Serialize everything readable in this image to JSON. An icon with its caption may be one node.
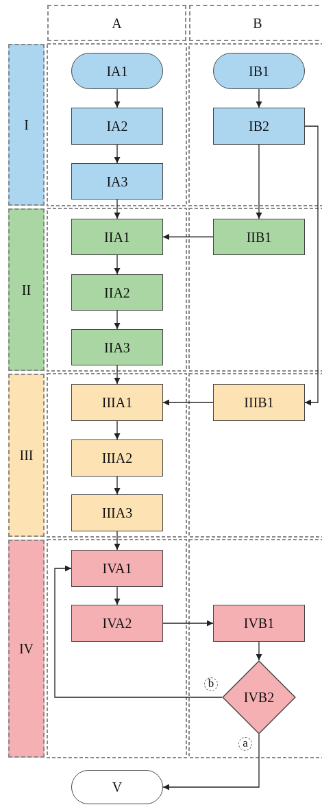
{
  "diagram": {
    "nodes": [
      {
        "text": [
          "A"
        ]
      },
      {
        "text": [
          "B"
        ]
      },
      {
        "text": [
          "I"
        ]
      },
      {
        "text": [
          "IA1"
        ]
      },
      {
        "text": [
          "IB1"
        ]
      },
      {
        "text": [
          "IA2"
        ]
      },
      {
        "text": [
          "IB2"
        ]
      },
      {
        "text": [
          "IA3"
        ]
      },
      {
        "text": [
          "II"
        ]
      },
      {
        "text": [
          "IIA1"
        ]
      },
      {
        "text": [
          "IIB1"
        ]
      },
      {
        "text": [
          "IIA2"
        ]
      },
      {
        "text": [
          "IIA3"
        ]
      },
      {
        "text": [
          "III"
        ]
      },
      {
        "text": [
          "IIIA1"
        ]
      },
      {
        "text": [
          "IIIB1"
        ]
      },
      {
        "text": [
          "IIIA2"
        ]
      },
      {
        "text": [
          "IIIA3"
        ]
      },
      {
        "text": [
          "IV"
        ]
      },
      {
        "text": [
          "IVA1"
        ]
      },
      {
        "text": [
          "IVA2"
        ]
      },
      {
        "text": [
          "IVB1"
        ]
      },
      {
        "text": [
          "IVB2"
        ]
      },
      {
        "text": [
          "V"
        ]
      }
    ],
    "edges": [
      {
        "from": 3,
        "to": 5,
        "arrow": "to"
      },
      {
        "from": 5,
        "to": 7,
        "arrow": "to"
      },
      {
        "from": 7,
        "to": 9,
        "arrow": "to"
      },
      {
        "from": 4,
        "to": 6,
        "arrow": "to"
      },
      {
        "from": 6,
        "to": 10,
        "arrow": "to"
      },
      {
        "from": 6,
        "to": 15,
        "arrow": "to"
      },
      {
        "from": 10,
        "to": 9,
        "arrow": "to"
      },
      {
        "from": 9,
        "to": 11,
        "arrow": "to"
      },
      {
        "from": 11,
        "to": 12,
        "arrow": "to"
      },
      {
        "from": 12,
        "to": 14,
        "arrow": "to"
      },
      {
        "from": 15,
        "to": 14,
        "arrow": "to"
      },
      {
        "from": 14,
        "to": 16,
        "arrow": "to"
      },
      {
        "from": 16,
        "to": 17,
        "arrow": "to"
      },
      {
        "from": 17,
        "to": 19,
        "arrow": "to"
      },
      {
        "from": 19,
        "to": 20,
        "arrow": "to"
      },
      {
        "from": 20,
        "to": 21,
        "arrow": "to"
      },
      {
        "from": 21,
        "to": 22,
        "arrow": "to"
      },
      {
        "from": 22,
        "to": 19,
        "arrow": "to",
        "label": "b"
      },
      {
        "from": 22,
        "to": 23,
        "arrow": "to",
        "label": "a"
      }
    ]
  }
}
